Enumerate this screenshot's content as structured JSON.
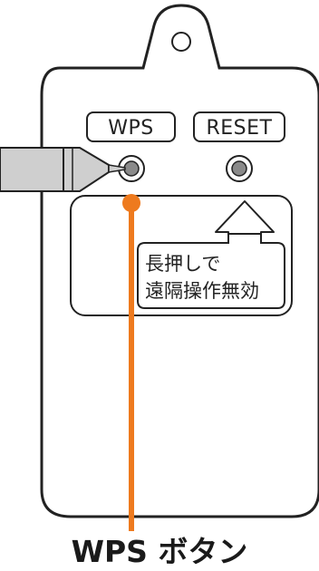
{
  "device": {
    "wps_label": "WPS",
    "reset_label": "RESET",
    "callout_line1": "長押しで",
    "callout_line2": "遠隔操作無効"
  },
  "caption": "WPS ボタン",
  "colors": {
    "outline": "#222222",
    "leader": "#EE7A1E",
    "tool_gray": "#cfcfcf",
    "button_gray": "#8a8a8a"
  }
}
